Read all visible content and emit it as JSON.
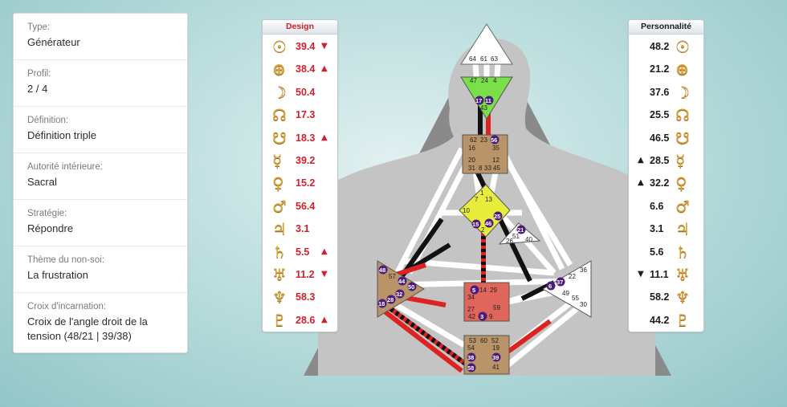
{
  "info": {
    "type_label": "Type:",
    "type_value": "Générateur",
    "profile_label": "Profil:",
    "profile_value": "2 / 4",
    "definition_label": "Définition:",
    "definition_value": "Définition triple",
    "authority_label": "Autorité intérieure:",
    "authority_value": "Sacral",
    "strategy_label": "Stratégie:",
    "strategy_value": "Répondre",
    "notself_label": "Thème du non-soi:",
    "notself_value": "La frustration",
    "cross_label": "Croix d'incarnation:",
    "cross_value": "Croix de l'angle droit de la tension (48/21 | 39/38)"
  },
  "design": {
    "header": "Design",
    "header_color": "#d2202a",
    "rows": [
      {
        "icon": "sun-icon",
        "glyph": "☉",
        "value": "39.4",
        "arrow": "▼"
      },
      {
        "icon": "earth-icon",
        "glyph": "⊕",
        "value": "38.4",
        "arrow": "▲"
      },
      {
        "icon": "moon-icon",
        "glyph": "☽",
        "value": "50.4",
        "arrow": ""
      },
      {
        "icon": "north-node-icon",
        "glyph": "☊",
        "value": "17.3",
        "arrow": ""
      },
      {
        "icon": "south-node-icon",
        "glyph": "☋",
        "value": "18.3",
        "arrow": "▲"
      },
      {
        "icon": "mercury-icon",
        "glyph": "☿",
        "value": "39.2",
        "arrow": ""
      },
      {
        "icon": "venus-icon",
        "glyph": "♀",
        "value": "15.2",
        "arrow": ""
      },
      {
        "icon": "mars-icon",
        "glyph": "♂",
        "value": "56.4",
        "arrow": ""
      },
      {
        "icon": "jupiter-icon",
        "glyph": "♃",
        "value": "3.1",
        "arrow": ""
      },
      {
        "icon": "saturn-icon",
        "glyph": "♄",
        "value": "5.5",
        "arrow": "▲"
      },
      {
        "icon": "uranus-icon",
        "glyph": "♅",
        "value": "11.2",
        "arrow": "▼"
      },
      {
        "icon": "neptune-icon",
        "glyph": "♆",
        "value": "58.3",
        "arrow": ""
      },
      {
        "icon": "pluto-icon",
        "glyph": "♇",
        "value": "28.6",
        "arrow": "▲"
      }
    ]
  },
  "personality": {
    "header": "Personnalité",
    "rows": [
      {
        "icon": "sun-icon",
        "glyph": "☉",
        "value": "48.2",
        "arrow": ""
      },
      {
        "icon": "earth-icon",
        "glyph": "⊕",
        "value": "21.2",
        "arrow": ""
      },
      {
        "icon": "moon-icon",
        "glyph": "☽",
        "value": "37.6",
        "arrow": ""
      },
      {
        "icon": "north-node-icon",
        "glyph": "☊",
        "value": "25.5",
        "arrow": ""
      },
      {
        "icon": "south-node-icon",
        "glyph": "☋",
        "value": "46.5",
        "arrow": ""
      },
      {
        "icon": "mercury-icon",
        "glyph": "☿",
        "value": "28.5",
        "arrow": "▲"
      },
      {
        "icon": "venus-icon",
        "glyph": "♀",
        "value": "32.2",
        "arrow": "▲"
      },
      {
        "icon": "mars-icon",
        "glyph": "♂",
        "value": "6.6",
        "arrow": ""
      },
      {
        "icon": "jupiter-icon",
        "glyph": "♃",
        "value": "3.1",
        "arrow": ""
      },
      {
        "icon": "saturn-icon",
        "glyph": "♄",
        "value": "5.6",
        "arrow": ""
      },
      {
        "icon": "uranus-icon",
        "glyph": "♅",
        "value": "11.1",
        "arrow": "▼"
      },
      {
        "icon": "neptune-icon",
        "glyph": "♆",
        "value": "58.2",
        "arrow": ""
      },
      {
        "icon": "pluto-icon",
        "glyph": "♇",
        "value": "44.2",
        "arrow": ""
      }
    ]
  },
  "bodygraph": {
    "colors": {
      "defined_yellow": "#e8ec3a",
      "defined_green": "#7ae04a",
      "defined_red": "#e0665c",
      "defined_brown": "#b89468",
      "undefined": "#ffffff",
      "personality_channel": "#111111",
      "design_channel": "#dd2222"
    },
    "centers": {
      "head": {
        "defined": false,
        "gates": [
          "64",
          "61",
          "63"
        ]
      },
      "ajna": {
        "defined": true,
        "gates": [
          "47",
          "24",
          "4",
          "17",
          "11",
          "43"
        ],
        "active": [
          "17",
          "11"
        ]
      },
      "throat": {
        "defined": true,
        "gates": [
          "62",
          "23",
          "56",
          "16",
          "35",
          "20",
          "12",
          "31",
          "8",
          "33",
          "45"
        ],
        "active": [
          "56"
        ]
      },
      "g_center": {
        "defined": true,
        "gates": [
          "1",
          "7",
          "13",
          "10",
          "15",
          "46",
          "25",
          "2"
        ],
        "active": [
          "15",
          "46",
          "25"
        ]
      },
      "heart": {
        "defined": false,
        "gates": [
          "21",
          "51",
          "26",
          "40"
        ],
        "active": [
          "21"
        ]
      },
      "spleen": {
        "defined": true,
        "gates": [
          "48",
          "57",
          "44",
          "50",
          "32",
          "28",
          "18"
        ],
        "active": [
          "48",
          "44",
          "50",
          "32",
          "28",
          "18"
        ]
      },
      "solar_plexus": {
        "defined": false,
        "gates": [
          "36",
          "6",
          "37",
          "22",
          "49",
          "55",
          "30"
        ],
        "active": [
          "6",
          "37"
        ]
      },
      "sacral": {
        "defined": true,
        "gates": [
          "5",
          "14",
          "29",
          "34",
          "27",
          "59",
          "42",
          "3",
          "9"
        ],
        "active": [
          "5",
          "3"
        ]
      },
      "root": {
        "defined": true,
        "gates": [
          "53",
          "60",
          "52",
          "54",
          "19",
          "38",
          "39",
          "58",
          "41"
        ],
        "active": [
          "38",
          "39",
          "58"
        ]
      }
    }
  }
}
